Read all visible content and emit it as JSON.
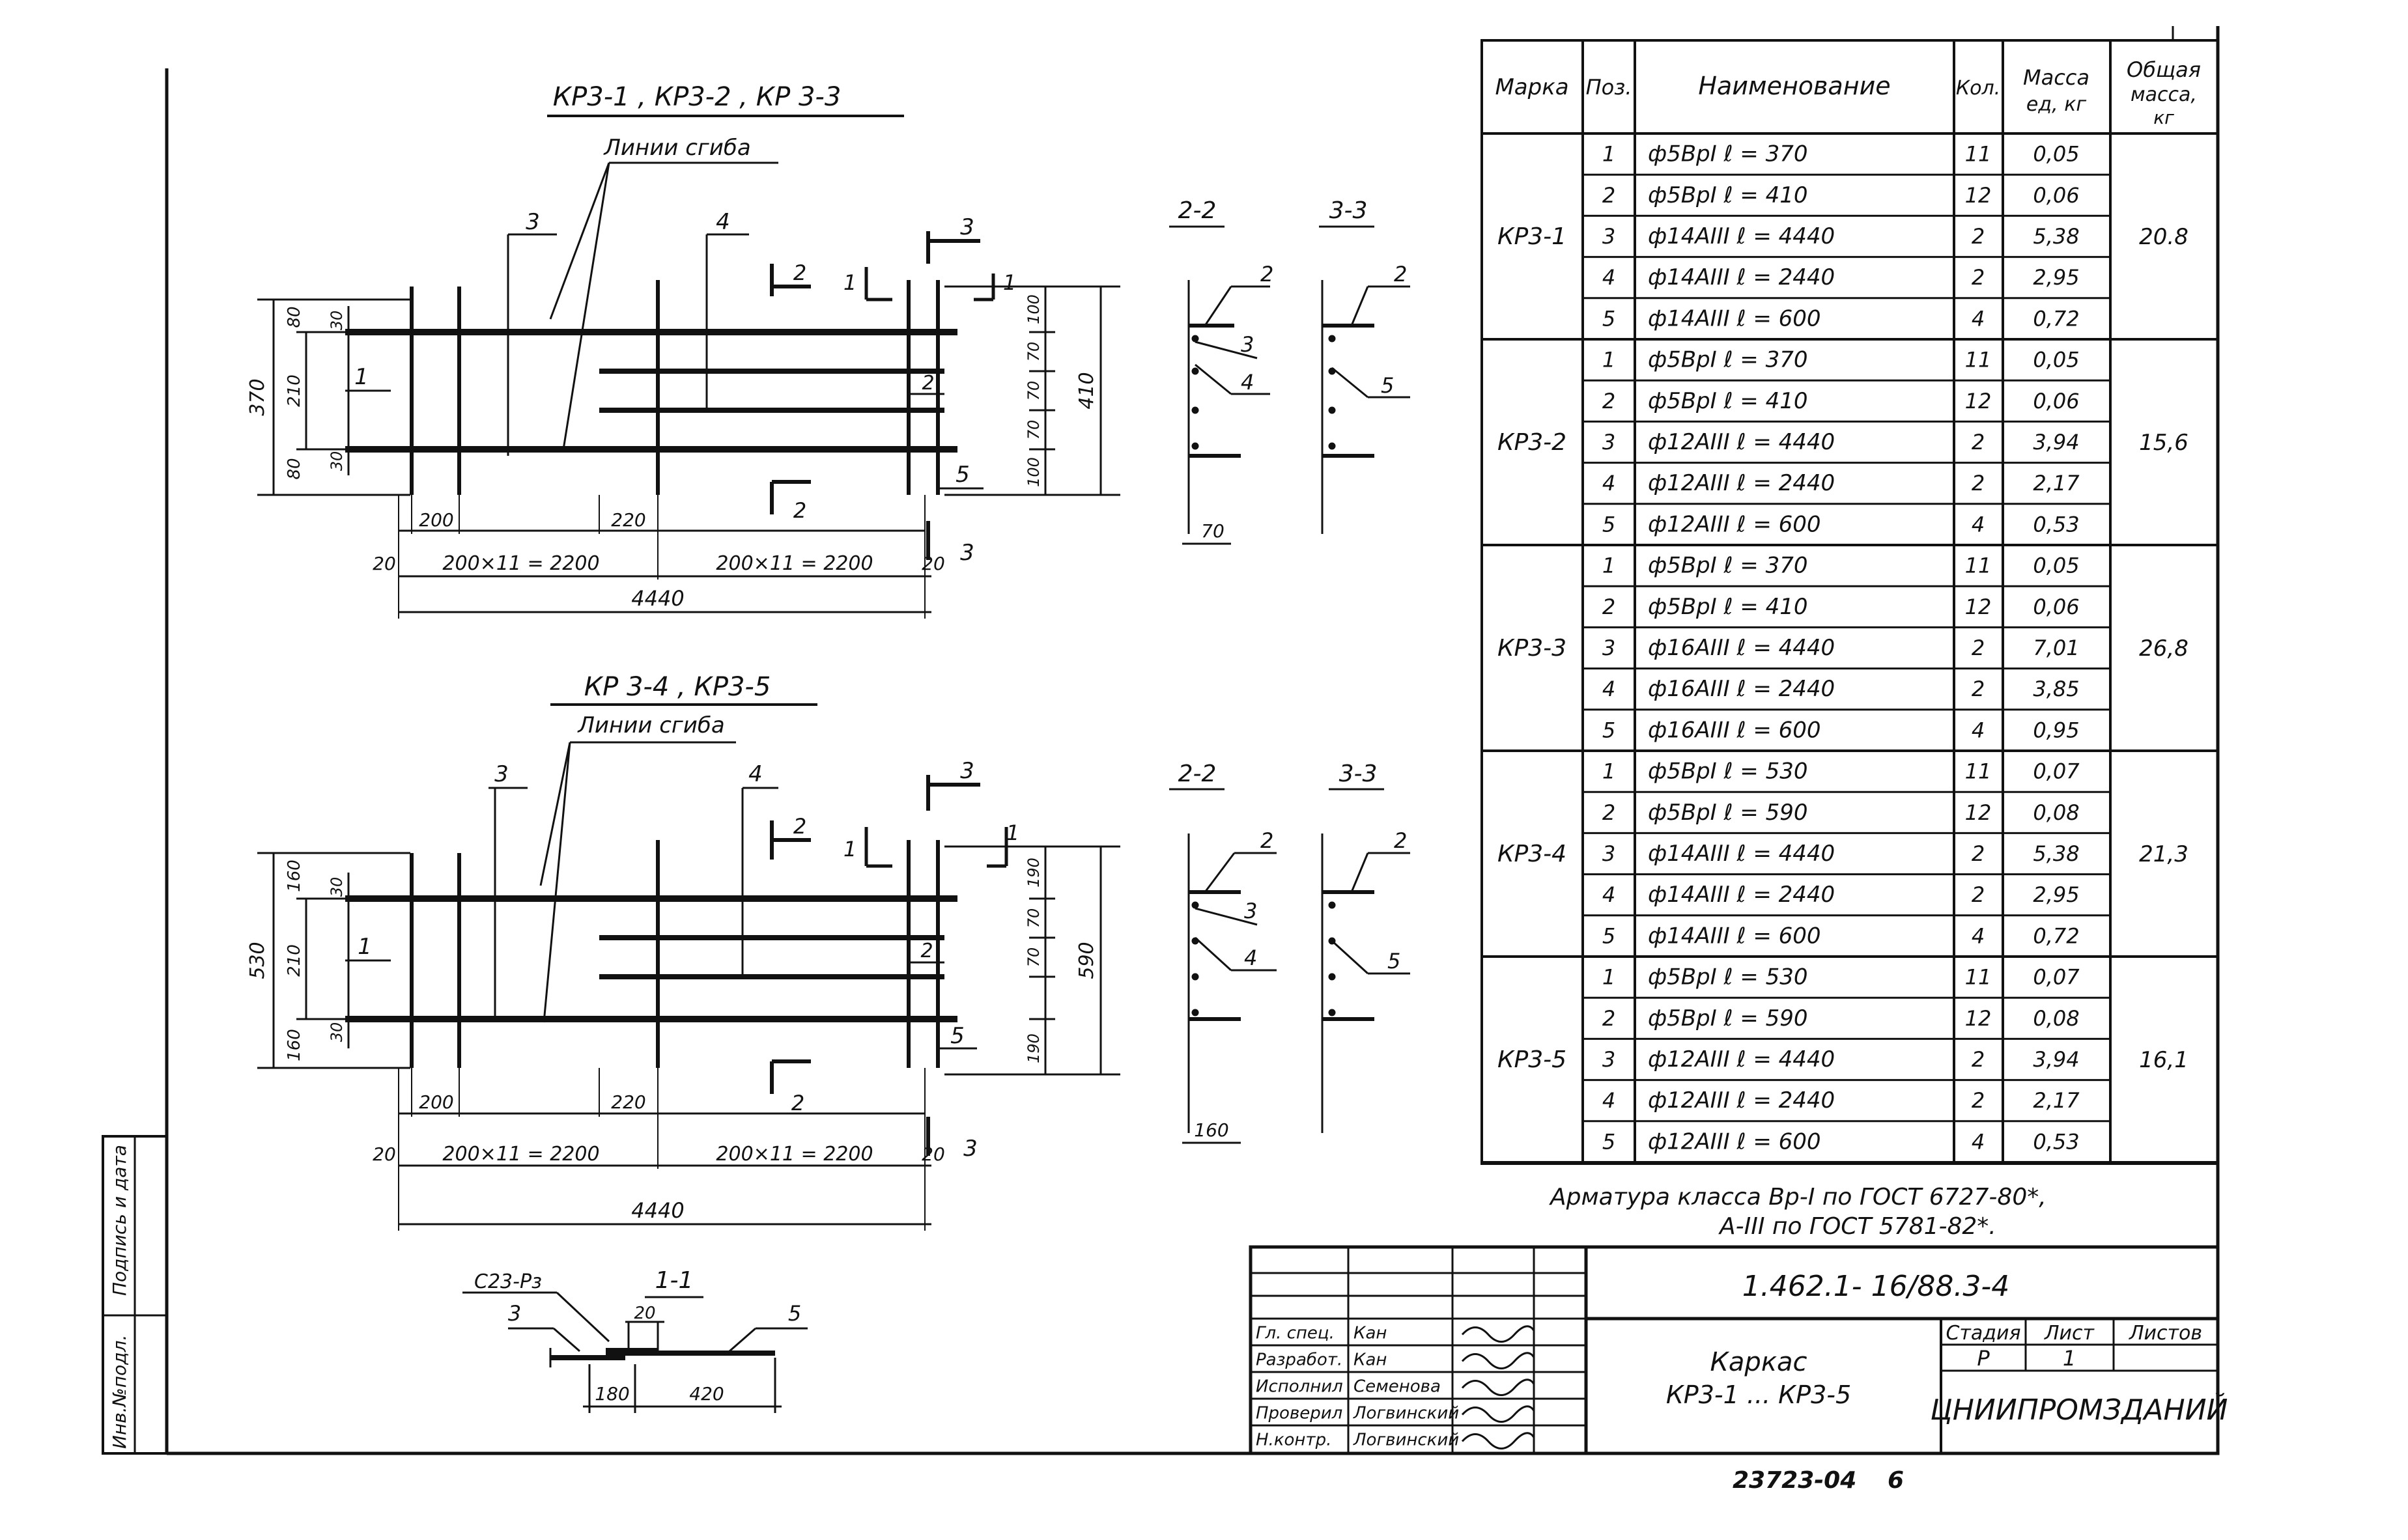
{
  "drawing1": {
    "title": "КР3-1 , КР3-2 , КР 3-3",
    "bend_label": "Линии сгиба",
    "dims": {
      "h370": "370",
      "h80a": "80",
      "h210": "210",
      "h80b": "80",
      "i30a": "30",
      "i30b": "30",
      "r100a": "100",
      "r70a": "70",
      "r70b": "70",
      "r70c": "70",
      "r100b": "100",
      "r410": "410",
      "w200": "200",
      "w220": "220",
      "w20a": "20",
      "w20b": "20",
      "span1": "200×11 = 2200",
      "span2": "200×11 = 2200",
      "total": "4440"
    },
    "pos": {
      "p1": "1",
      "p2": "2",
      "p3": "3",
      "p4": "4",
      "p5": "5"
    },
    "cuts": {
      "c2a": "2",
      "c2b": "2",
      "c1a": "1",
      "c1b": "1",
      "c3a": "3",
      "c3b": "3"
    }
  },
  "section1": {
    "s22": "2-2",
    "s33": "3-3",
    "p2a": "2",
    "p3": "3",
    "p4": "4",
    "p2b": "2",
    "p5": "5",
    "w70": "70"
  },
  "drawing2": {
    "title": "КР 3-4 , КР3-5",
    "bend_label": "Линии сгиба",
    "dims": {
      "h530": "530",
      "h160a": "160",
      "h210": "210",
      "h160b": "160",
      "i30a": "30",
      "i30b": "30",
      "r190a": "190",
      "r70a": "70",
      "r70b": "70",
      "r190b": "190",
      "r590": "590",
      "w200": "200",
      "w220": "220",
      "w20a": "20",
      "w20b": "20",
      "span1": "200×11 = 2200",
      "span2": "200×11 = 2200",
      "total": "4440"
    },
    "pos": {
      "p1": "1",
      "p2": "2",
      "p3": "3",
      "p4": "4",
      "p5": "5"
    },
    "cuts": {
      "c2a": "2",
      "c2b": "2",
      "c1a": "1",
      "c1b": "1",
      "c3a": "3",
      "c3b": "3"
    }
  },
  "section2": {
    "s22": "2-2",
    "s33": "3-3",
    "p2a": "2",
    "p3": "3",
    "p4": "4",
    "p2b": "2",
    "p5": "5",
    "w160": "160"
  },
  "detail": {
    "weld": "С23-Рз",
    "cut": "1-1",
    "d20": "20",
    "p3": "3",
    "p5": "5",
    "d180": "180",
    "d420": "420"
  },
  "spec": {
    "headers": [
      "Марка",
      "Поз.",
      "Наименование",
      "Кол.",
      "Масса ед, кг",
      "Общая масса, кг"
    ],
    "header_mass_lines": [
      "Масса",
      "ед, кг"
    ],
    "header_total_lines": [
      "Общая",
      "масса,",
      "кг"
    ],
    "groups": [
      {
        "mark": "КР3-1",
        "total": "20.8",
        "rows": [
          {
            "pos": "1",
            "name": "ф5ВрI  ℓ = 370",
            "qty": "11",
            "mass": "0,05"
          },
          {
            "pos": "2",
            "name": "ф5ВрI  ℓ = 410",
            "qty": "12",
            "mass": "0,06"
          },
          {
            "pos": "3",
            "name": "ф14АIII  ℓ = 4440",
            "qty": "2",
            "mass": "5,38"
          },
          {
            "pos": "4",
            "name": "ф14АIII  ℓ = 2440",
            "qty": "2",
            "mass": "2,95"
          },
          {
            "pos": "5",
            "name": "ф14АIII  ℓ = 600",
            "qty": "4",
            "mass": "0,72"
          }
        ]
      },
      {
        "mark": "КР3-2",
        "total": "15,6",
        "rows": [
          {
            "pos": "1",
            "name": "ф5ВрI  ℓ = 370",
            "qty": "11",
            "mass": "0,05"
          },
          {
            "pos": "2",
            "name": "ф5ВрI  ℓ = 410",
            "qty": "12",
            "mass": "0,06"
          },
          {
            "pos": "3",
            "name": "ф12АIII  ℓ = 4440",
            "qty": "2",
            "mass": "3,94"
          },
          {
            "pos": "4",
            "name": "ф12АIII  ℓ = 2440",
            "qty": "2",
            "mass": "2,17"
          },
          {
            "pos": "5",
            "name": "ф12АIII  ℓ = 600",
            "qty": "4",
            "mass": "0,53"
          }
        ]
      },
      {
        "mark": "КР3-3",
        "total": "26,8",
        "rows": [
          {
            "pos": "1",
            "name": "ф5ВрI  ℓ = 370",
            "qty": "11",
            "mass": "0,05"
          },
          {
            "pos": "2",
            "name": "ф5ВрI  ℓ = 410",
            "qty": "12",
            "mass": "0,06"
          },
          {
            "pos": "3",
            "name": "ф16АIII  ℓ = 4440",
            "qty": "2",
            "mass": "7,01"
          },
          {
            "pos": "4",
            "name": "ф16АIII  ℓ = 2440",
            "qty": "2",
            "mass": "3,85"
          },
          {
            "pos": "5",
            "name": "ф16АIII  ℓ = 600",
            "qty": "4",
            "mass": "0,95"
          }
        ]
      },
      {
        "mark": "КР3-4",
        "total": "21,3",
        "rows": [
          {
            "pos": "1",
            "name": "ф5ВрI  ℓ = 530",
            "qty": "11",
            "mass": "0,07"
          },
          {
            "pos": "2",
            "name": "ф5ВрI  ℓ = 590",
            "qty": "12",
            "mass": "0,08"
          },
          {
            "pos": "3",
            "name": "ф14АIII  ℓ = 4440",
            "qty": "2",
            "mass": "5,38"
          },
          {
            "pos": "4",
            "name": "ф14АIII  ℓ = 2440",
            "qty": "2",
            "mass": "2,95"
          },
          {
            "pos": "5",
            "name": "ф14АIII  ℓ = 600",
            "qty": "4",
            "mass": "0,72"
          }
        ]
      },
      {
        "mark": "КР3-5",
        "total": "16,1",
        "rows": [
          {
            "pos": "1",
            "name": "ф5ВрI  ℓ = 530",
            "qty": "11",
            "mass": "0,07"
          },
          {
            "pos": "2",
            "name": "ф5ВрI  ℓ = 590",
            "qty": "12",
            "mass": "0,08"
          },
          {
            "pos": "3",
            "name": "ф12АIII  ℓ = 4440",
            "qty": "2",
            "mass": "3,94"
          },
          {
            "pos": "4",
            "name": "ф12АIII  ℓ = 2440",
            "qty": "2",
            "mass": "2,17"
          },
          {
            "pos": "5",
            "name": "ф12АIII  ℓ = 600",
            "qty": "4",
            "mass": "0,53"
          }
        ]
      }
    ],
    "note_line1": "Арматура класса Вр-I  по ГОСТ  6727-80*,",
    "note_line2": "А-III  по ГОСТ  5781-82*."
  },
  "title_block": {
    "doc_code": "1.462.1- 16/88.3-4",
    "name_line1": "Каркас",
    "name_line2": "КР3-1 ... КР3-5",
    "stage_header": "Стадия",
    "sheet_header": "Лист",
    "sheets_header": "Листов",
    "stage": "Р",
    "sheet": "1",
    "org": "ЦНИИПРОМЗДАНИЙ",
    "roles": [
      {
        "role": "Гл. спец.",
        "name": "Кан"
      },
      {
        "role": "Разработ.",
        "name": "Кан"
      },
      {
        "role": "Исполнил",
        "name": "Семенова"
      },
      {
        "role": "Проверил",
        "name": "Логвинский"
      },
      {
        "role": "Н.контр.",
        "name": "Логвинский"
      }
    ],
    "side_label_top": "Подпись и дата",
    "side_label_bottom": "Инв.№подл.",
    "archive": "23723-04",
    "page": "6"
  }
}
